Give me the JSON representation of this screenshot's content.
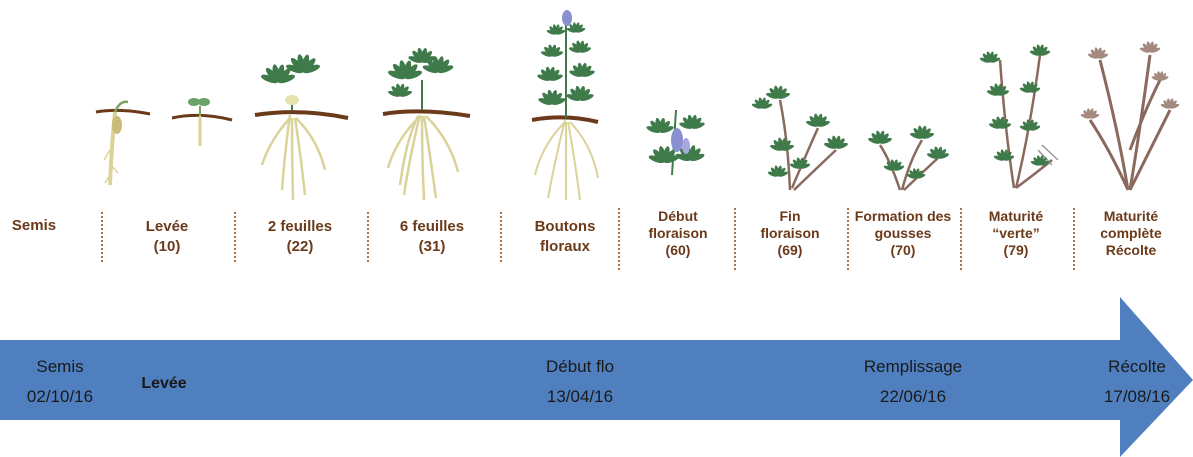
{
  "stages": [
    {
      "id": "semis",
      "lines": [
        "Semis"
      ]
    },
    {
      "id": "levee",
      "lines": [
        "Levée",
        "(10)"
      ]
    },
    {
      "id": "deux-feuilles",
      "lines": [
        "2 feuilles",
        "(22)"
      ]
    },
    {
      "id": "six-feuilles",
      "lines": [
        "6 feuilles",
        "(31)"
      ]
    },
    {
      "id": "boutons-floraux",
      "lines": [
        "Boutons",
        "floraux"
      ]
    },
    {
      "id": "debut-floraison",
      "lines": [
        "Début",
        "floraison",
        "(60)"
      ]
    },
    {
      "id": "fin-floraison",
      "lines": [
        "Fin",
        "floraison",
        "(69)"
      ]
    },
    {
      "id": "formation-gousses",
      "lines": [
        "Formation des",
        "gousses",
        "(70)"
      ]
    },
    {
      "id": "maturite-verte",
      "lines": [
        "Maturité",
        "“verte”",
        "(79)"
      ]
    },
    {
      "id": "maturite-complete",
      "lines": [
        "Maturité",
        "complète",
        "Récolte"
      ]
    }
  ],
  "timeline": {
    "semis": {
      "label": "Semis",
      "date": "02/10/16"
    },
    "levee": {
      "label": "Levée"
    },
    "debut_flo": {
      "label": "Début flo",
      "date": "13/04/16"
    },
    "remplissage": {
      "label": "Remplissage",
      "date": "22/06/16"
    },
    "recolte": {
      "label": "Récolte",
      "date": "17/08/16"
    }
  },
  "colors": {
    "arrow": "#4f7fbf",
    "label": "#6b3a1a",
    "soil": "#6b3a1a",
    "leaf": "#3f7a4a",
    "stem_dry": "#8a6a5e",
    "root": "#d9d39a",
    "flower": "#8a8fd0"
  }
}
